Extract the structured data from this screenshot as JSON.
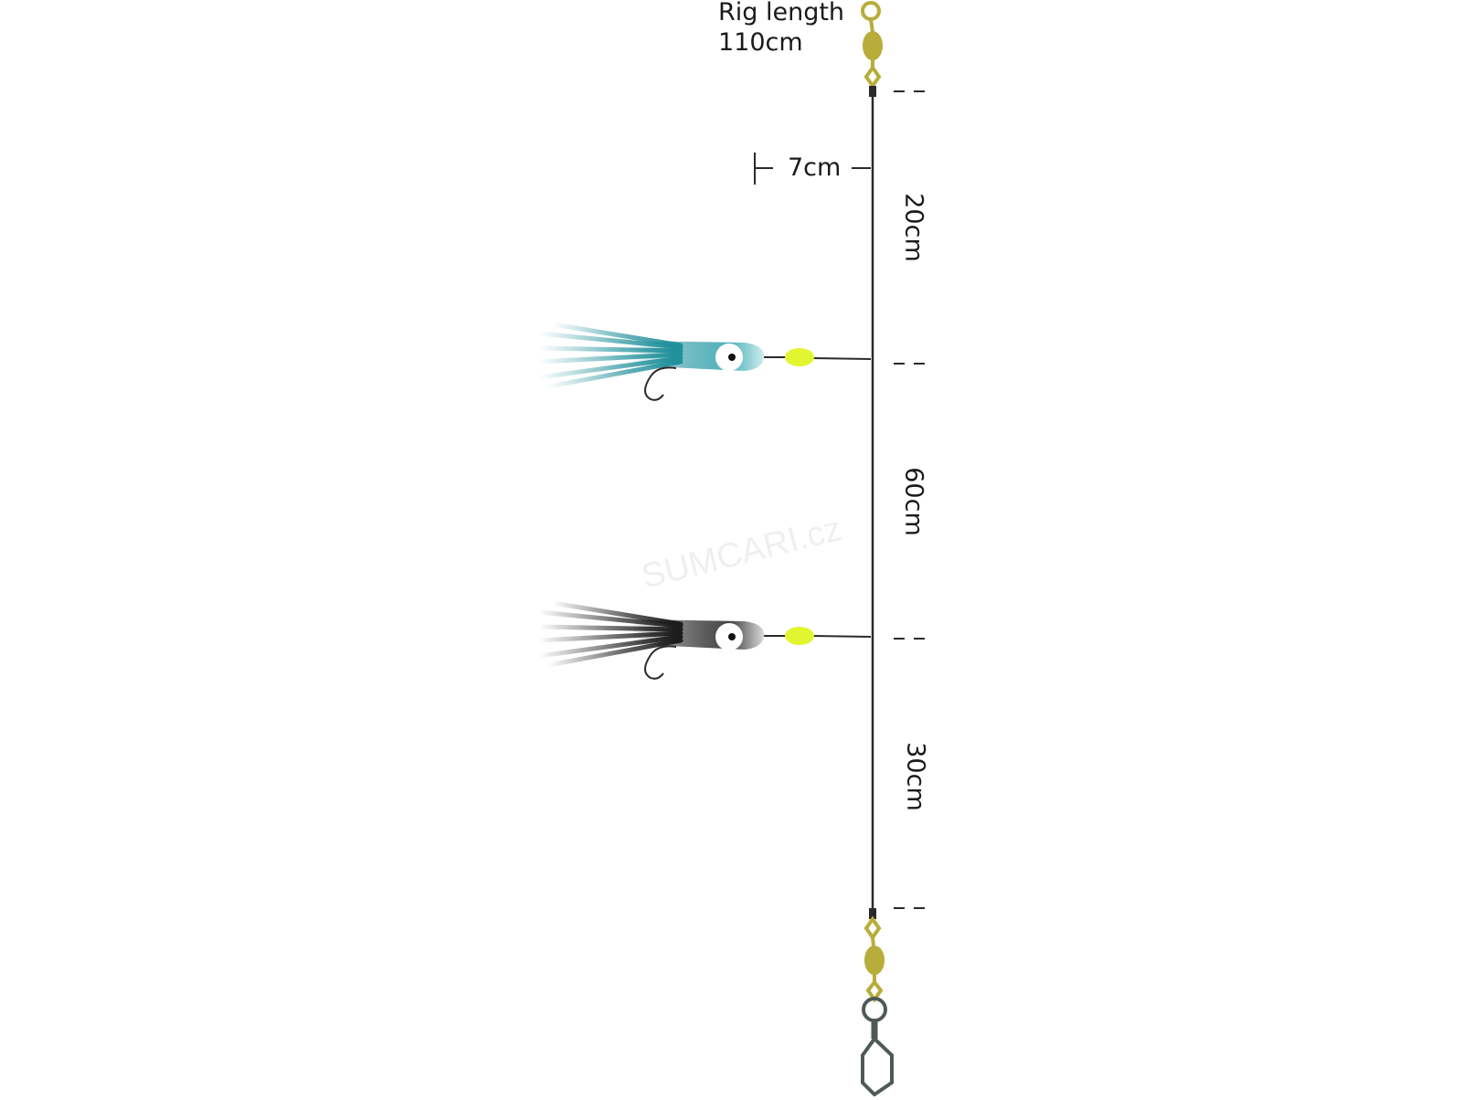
{
  "rig": {
    "title_line1": "Rig length",
    "title_line2": "110cm",
    "snood_length": "7cm",
    "segments": [
      {
        "label": "20cm"
      },
      {
        "label": "60cm"
      },
      {
        "label": "30cm"
      }
    ]
  },
  "watermark": "SUMCARI.cz",
  "colors": {
    "line": "#2a2a2a",
    "swivel": "#b8ad3a",
    "bead": "#e2f531",
    "lure_teal": "#1f8f9a",
    "lure_dark": "#1b1b1b",
    "snap": "#4f5a58"
  }
}
